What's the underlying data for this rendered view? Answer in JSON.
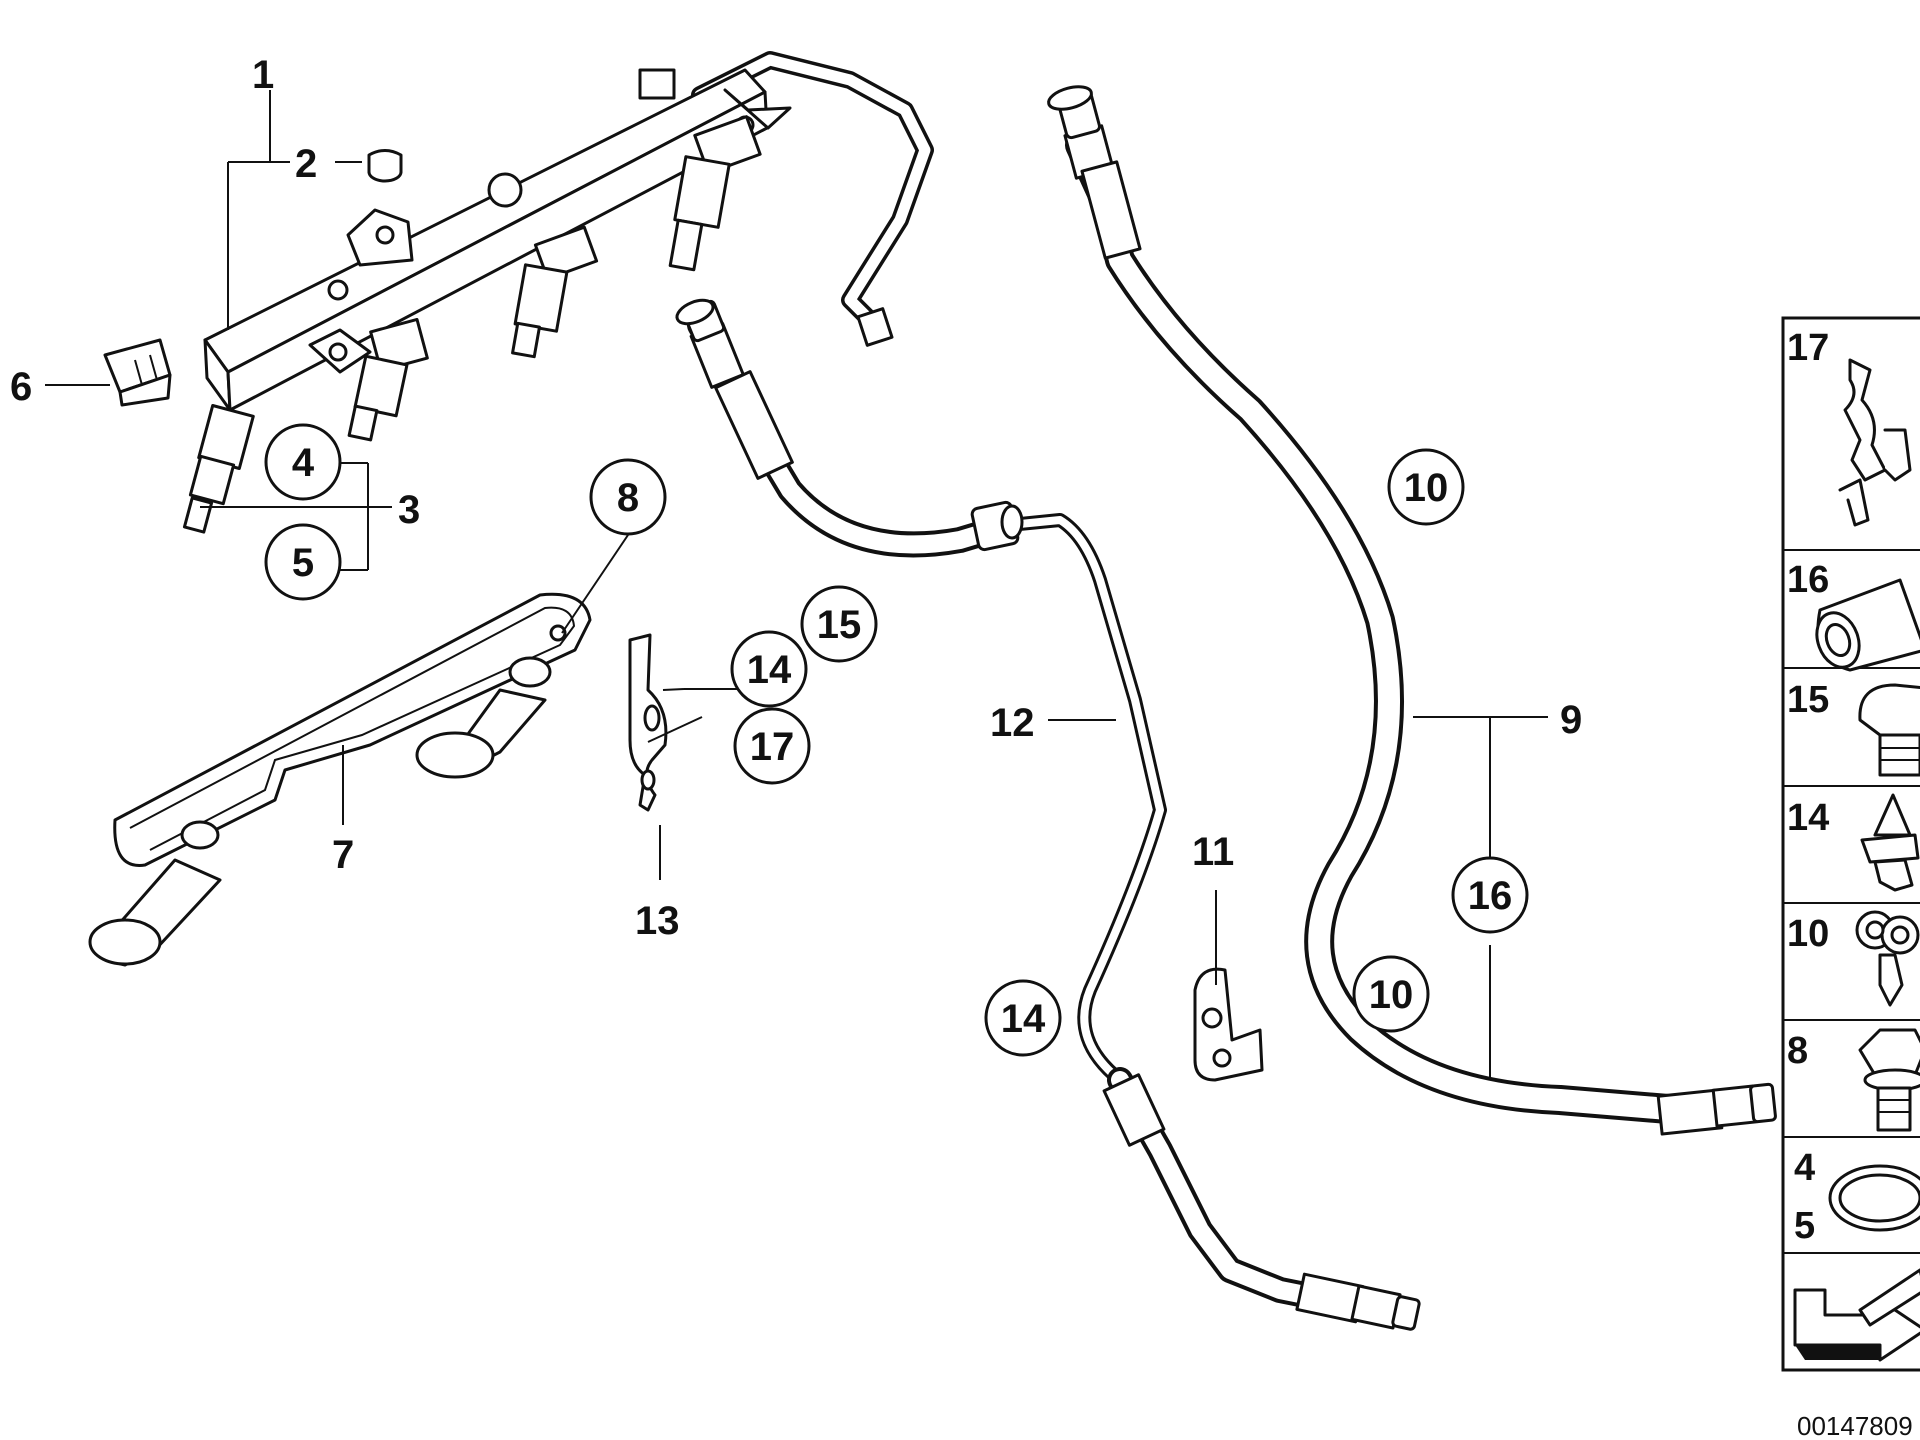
{
  "diagram": {
    "reference_number": "00147809",
    "callouts": [
      "1",
      "2",
      "3",
      "6",
      "7",
      "9",
      "11",
      "12",
      "13"
    ],
    "circled_callouts": [
      "4",
      "5",
      "8",
      "10",
      "10",
      "14",
      "14",
      "15",
      "16",
      "17"
    ],
    "legend": [
      {
        "number": "17",
        "icon": "clip-icon"
      },
      {
        "number": "16",
        "icon": "sleeve-icon"
      },
      {
        "number": "15",
        "icon": "bolt-icon"
      },
      {
        "number": "14",
        "icon": "expanding-rivet-icon"
      },
      {
        "number": "10",
        "icon": "pipe-clip-icon"
      },
      {
        "number": "8",
        "icon": "hex-bolt-icon"
      },
      {
        "number": "4",
        "number2": "5",
        "icon": "o-ring-icon"
      },
      {
        "icon": "direction-arrow-icon"
      }
    ]
  }
}
